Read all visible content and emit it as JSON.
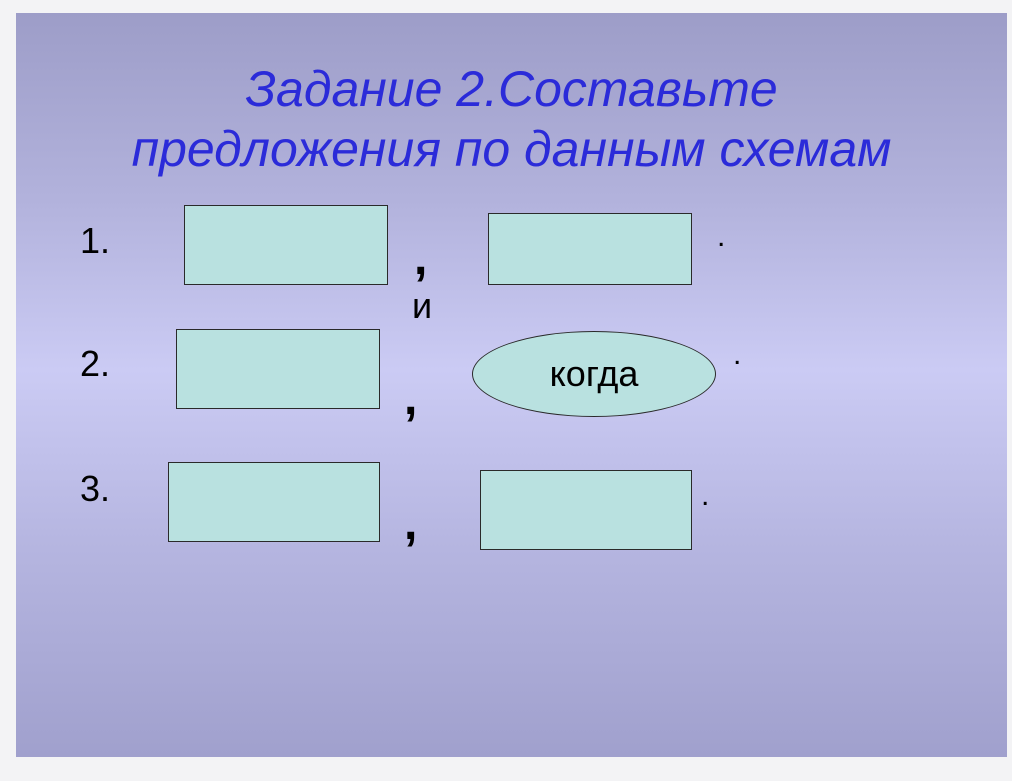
{
  "title": {
    "line1": "Задание 2.Составьте",
    "line2": "предложения по данным схемам"
  },
  "schemes": [
    {
      "number": "1.",
      "comma": ",",
      "end": ".",
      "conjunction": "и"
    },
    {
      "number": "2.",
      "comma": ",",
      "end": ".",
      "oval_text": "когда"
    },
    {
      "number": "3.",
      "comma": ",",
      "end": "."
    }
  ]
}
